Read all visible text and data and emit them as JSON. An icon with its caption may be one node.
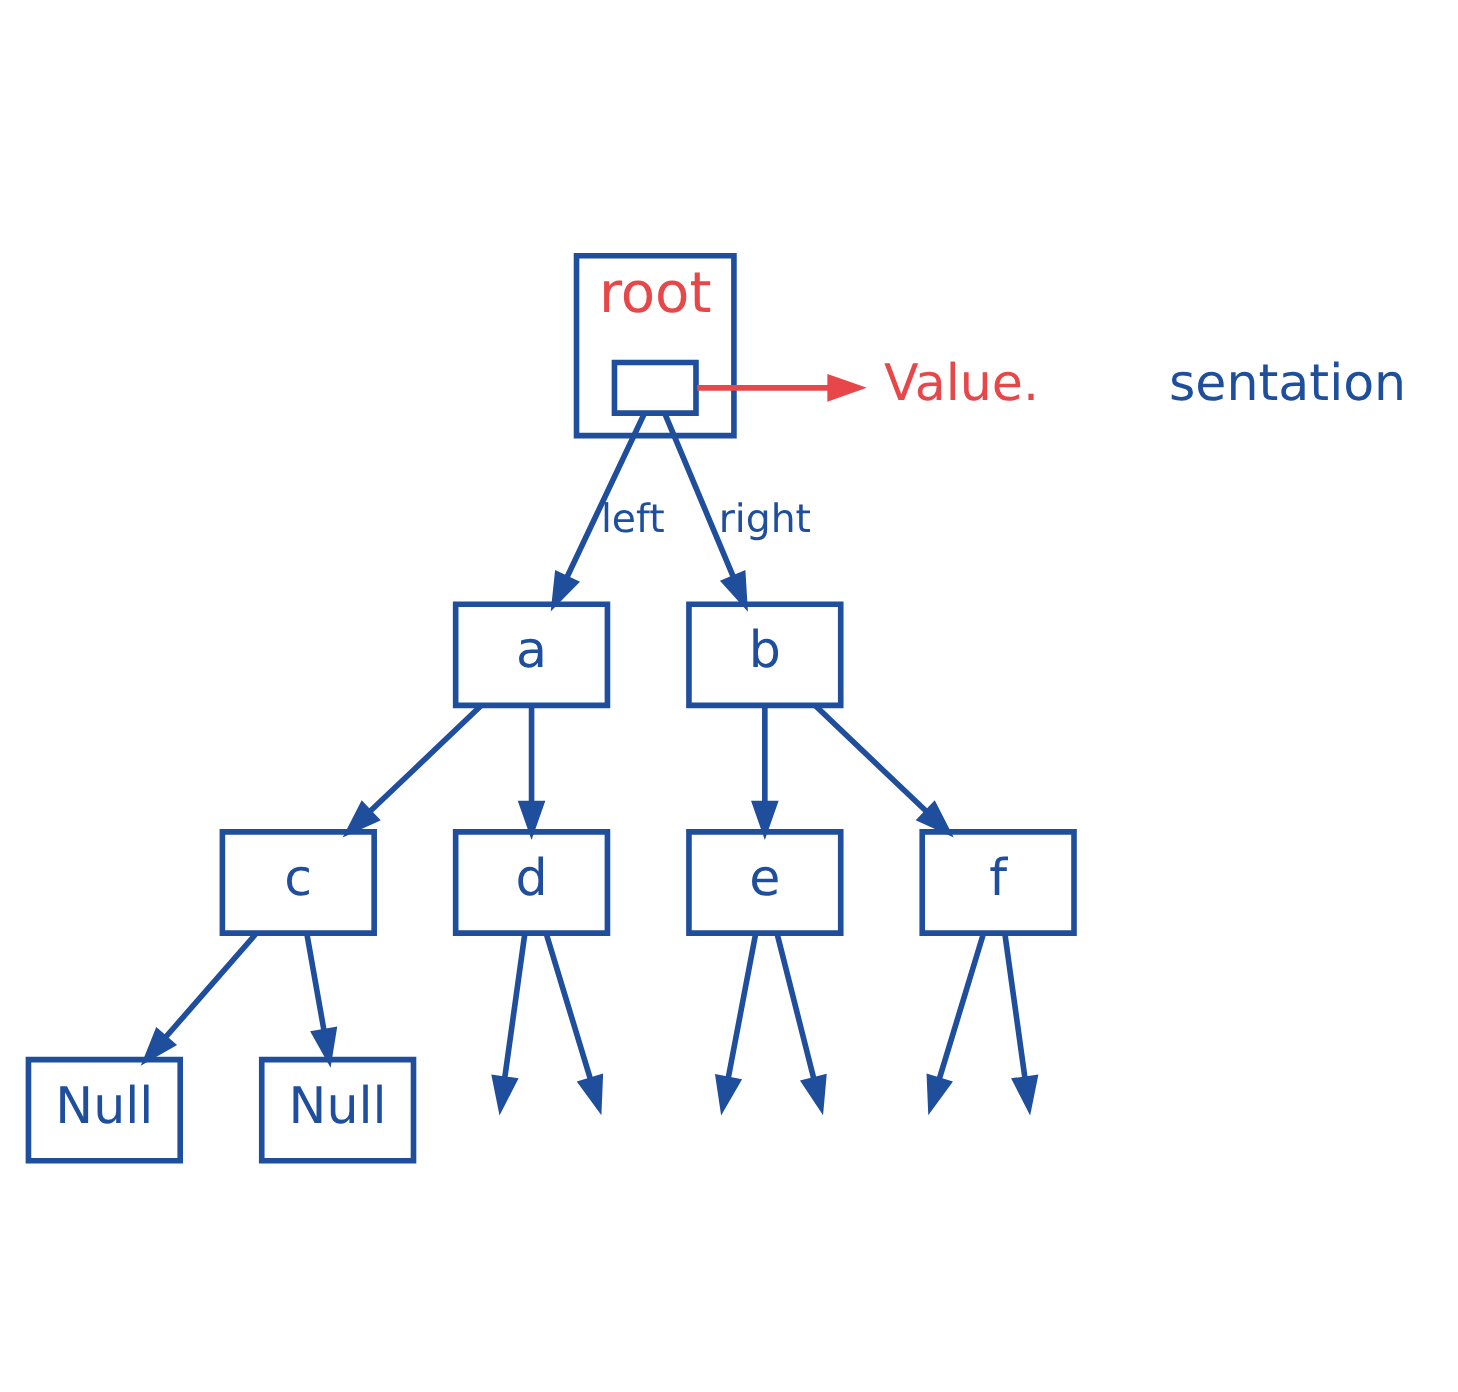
{
  "diagram": {
    "nodes": [
      {
        "text": [
          "root"
        ]
      },
      {
        "text": [],
        "shape": "box",
        "in": 0
      },
      {
        "text": [
          "Value."
        ]
      },
      {
        "text": [
          "a"
        ]
      },
      {
        "text": [
          "b"
        ]
      },
      {
        "text": [
          "c"
        ]
      },
      {
        "text": [
          "d"
        ]
      },
      {
        "text": [
          "e"
        ]
      },
      {
        "text": [
          "f"
        ]
      },
      {
        "text": [
          "Null"
        ]
      },
      {
        "text": [
          "Null"
        ]
      }
    ],
    "edges": [
      {
        "from": 1,
        "to": 2,
        "arrow": "to",
        "color": "#e8474a"
      },
      {
        "from": 1,
        "to": 3,
        "arrow": "to",
        "label": "left"
      },
      {
        "from": 1,
        "to": 4,
        "arrow": "to",
        "label": "right"
      },
      {
        "from": 3,
        "to": 5,
        "arrow": "to"
      },
      {
        "from": 3,
        "to": 6,
        "arrow": "to"
      },
      {
        "from": 4,
        "to": 7,
        "arrow": "to"
      },
      {
        "from": 4,
        "to": 8,
        "arrow": "to"
      },
      {
        "from": 5,
        "to": 9,
        "arrow": "to"
      },
      {
        "from": 5,
        "to": 10,
        "arrow": "to"
      },
      {
        "from": 6,
        "to": null,
        "arrow": "to"
      },
      {
        "from": 6,
        "to": null,
        "arrow": "to"
      },
      {
        "from": 7,
        "to": null,
        "arrow": "to"
      },
      {
        "from": 7,
        "to": null,
        "arrow": "to"
      },
      {
        "from": 8,
        "to": null,
        "arrow": "to"
      },
      {
        "from": 8,
        "to": null,
        "arrow": "to"
      }
    ],
    "labels": [
      "sentation"
    ]
  }
}
